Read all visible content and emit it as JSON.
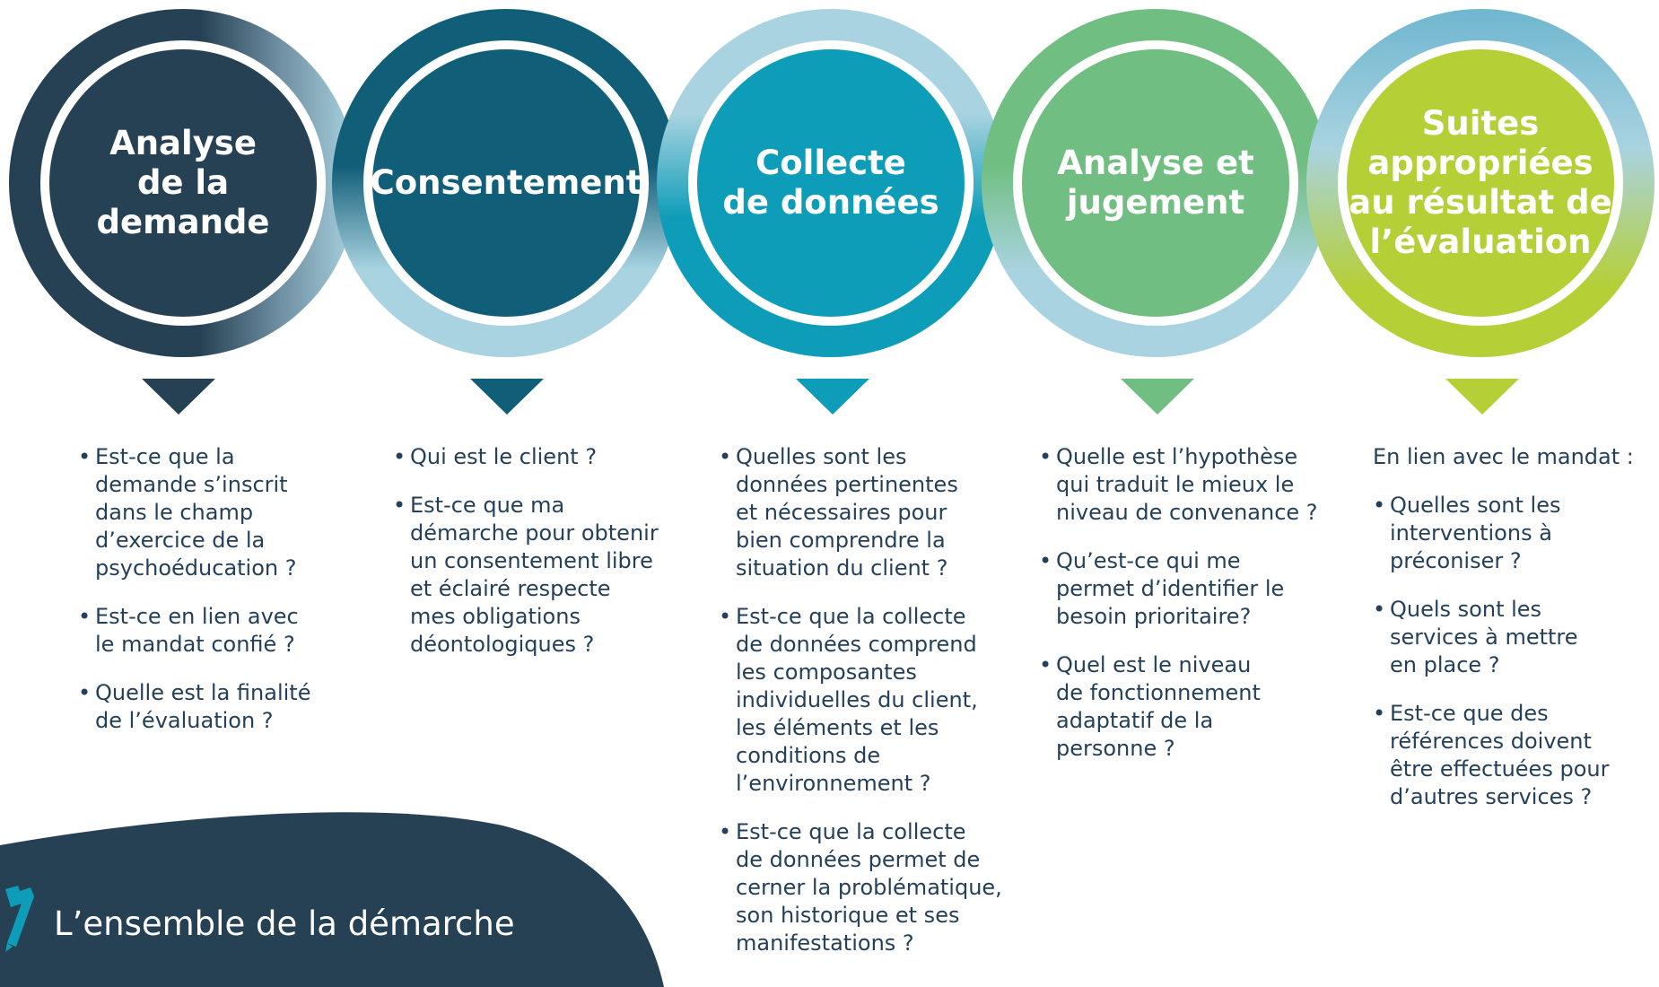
{
  "colors": {
    "dark_navy": "#274154",
    "petrol": "#115e78",
    "teal": "#0e9db8",
    "green": "#70be81",
    "lime": "#b5cf36",
    "light_blue": "#a9d3e0",
    "text": "#25405a"
  },
  "steps": [
    {
      "title": "Analyse\nde la demande",
      "color": "#274154",
      "ring": "gradient-dark",
      "intro": "",
      "questions": [
        "Est-ce que la\ndemande s’inscrit\ndans le champ\nd’exercice de la\npsychoéducation ?",
        "Est-ce en lien avec\nle mandat confié ?",
        "Quelle est la finalité\nde l’évaluation ?"
      ]
    },
    {
      "title": "Consentement",
      "color": "#115e78",
      "ring": "light-blue",
      "intro": "",
      "questions": [
        "Qui est le client ?",
        "Est-ce que ma\ndémarche pour obtenir\nun consentement libre\net éclairé respecte\nmes obligations\ndéontologiques ?"
      ]
    },
    {
      "title": "Collecte\nde données",
      "color": "#0e9db8",
      "ring": "light-blue",
      "intro": "",
      "questions": [
        "Quelles sont les\ndonnées pertinentes\net nécessaires pour\nbien comprendre la\nsituation du client ?",
        "Est-ce que la collecte\nde données comprend\nles composantes\nindividuelles du client,\nles éléments et les\nconditions de\nl’environnement ?",
        "Est-ce que la collecte\nde données permet de\ncerner la problématique,\nson historique et ses\nmanifestations ?"
      ]
    },
    {
      "title": "Analyse et\njugement",
      "color": "#70be81",
      "ring": "light-blue",
      "intro": "",
      "questions": [
        "Quelle est l’hypothèse\nqui traduit le mieux le\nniveau de convenance ?",
        "Qu’est-ce qui me\npermet d’identifier le\nbesoin prioritaire?",
        "Quel est le niveau\nde fonctionnement\nadaptatif de la\npersonne ?"
      ]
    },
    {
      "title": "Suites\nappropriées\nau résultat de\nl’évaluation",
      "color": "#b5cf36",
      "ring": "light-blue",
      "intro": "En lien avec le mandat :",
      "questions": [
        "Quelles sont les\ninterventions à\npréconiser ?",
        "Quels sont les\nservices à mettre\nen place ?",
        "Est-ce que des\nréférences doivent\nêtre effectuées pour\nd’autres services ?"
      ]
    }
  ],
  "banner": {
    "text": "L’ensemble de la démarche",
    "icon": "pen-icon",
    "color": "#274154"
  }
}
